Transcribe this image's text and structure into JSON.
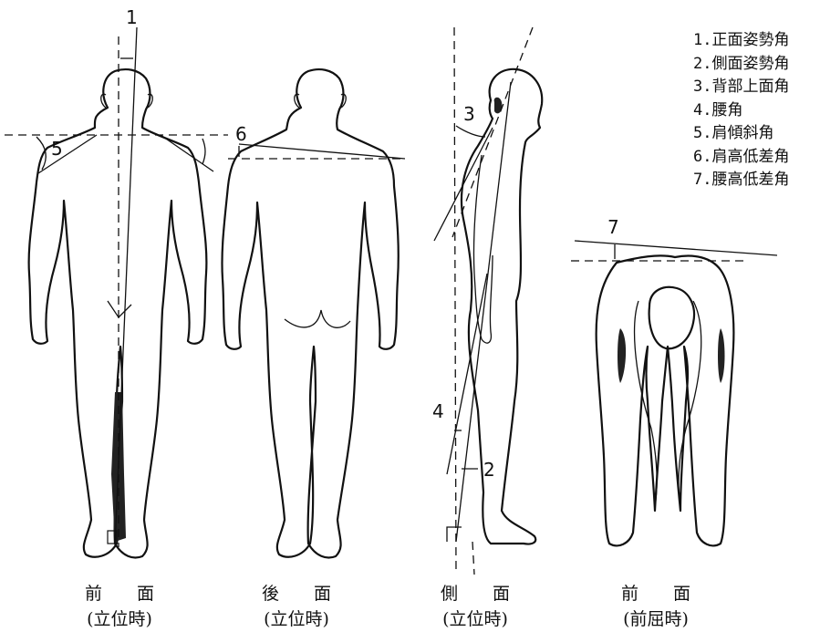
{
  "legend": {
    "items": [
      "1.正面姿勢角",
      "2.側面姿勢角",
      "3.背部上面角",
      "4.腰角",
      "5.肩傾斜角",
      "6.肩高低差角",
      "7.腰高低差角"
    ]
  },
  "markers": {
    "m1": "1",
    "m2": "2",
    "m3": "3",
    "m4": "4",
    "m5": "5",
    "m6": "6",
    "m7": "7"
  },
  "captions": [
    {
      "view": "前　　面",
      "pose": "(立位時)"
    },
    {
      "view": "後　　面",
      "pose": "(立位時)"
    },
    {
      "view": "側　　面",
      "pose": "(立位時)"
    },
    {
      "view": "前　　面",
      "pose": "(前屈時)"
    }
  ]
}
